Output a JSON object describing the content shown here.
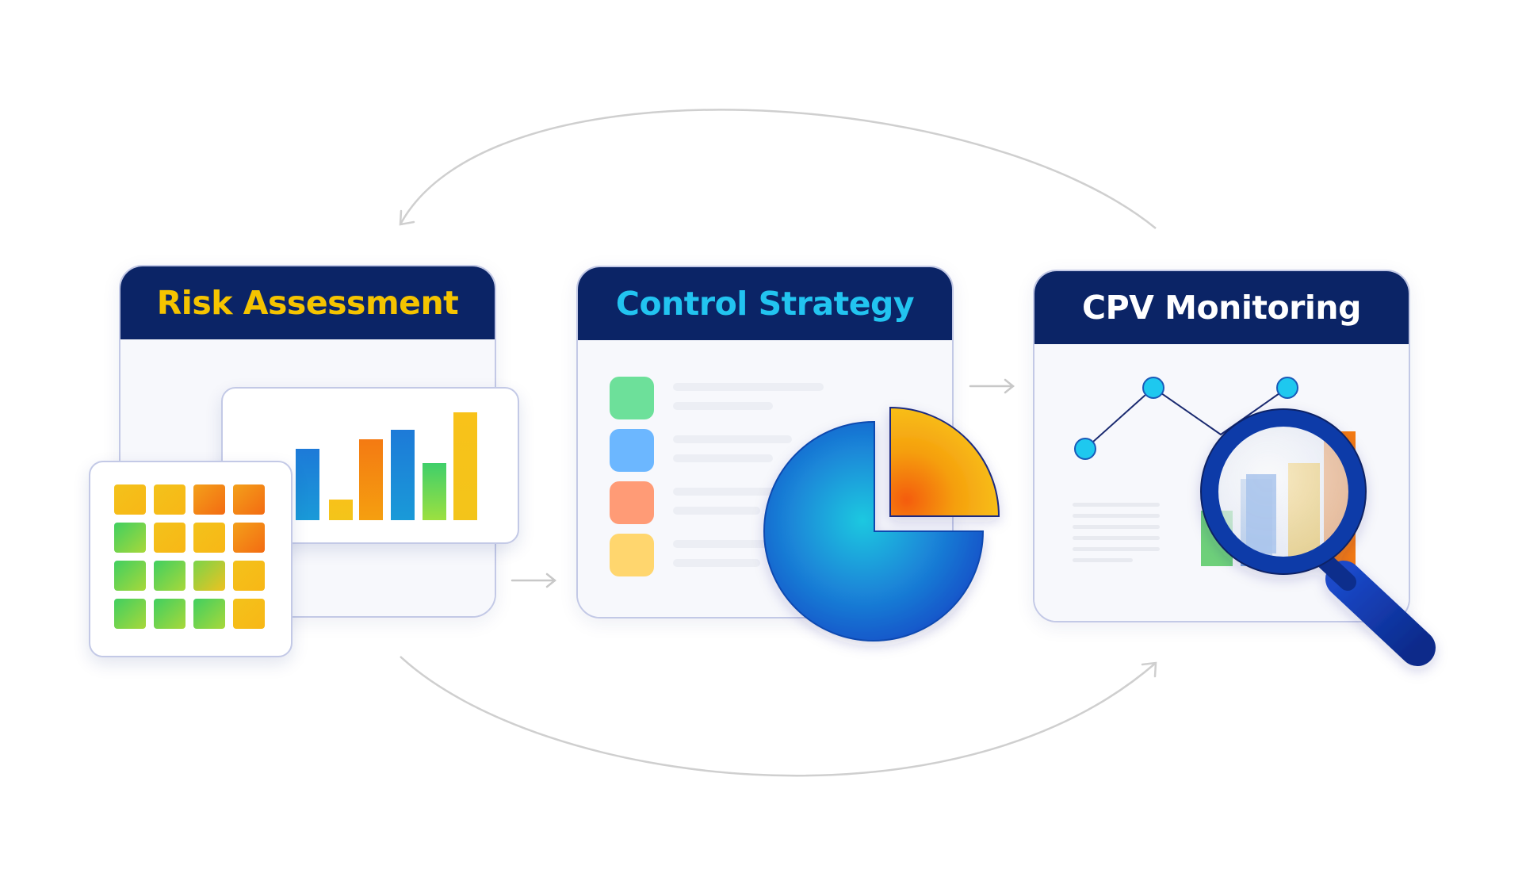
{
  "stages": [
    {
      "title": "Risk Assessment",
      "title_color": "#f5c400"
    },
    {
      "title": "Control Strategy",
      "title_color": "#22c4f0"
    },
    {
      "title": "CPV Monitoring",
      "title_color": "#ffffff"
    }
  ],
  "colors": {
    "header": "#0b2466",
    "border": "#c3c9e6",
    "connector": "#c8c8c8"
  },
  "icons": [
    "heatmap-grid-icon",
    "bar-chart-icon",
    "pie-chart-icon",
    "line-chart-icon",
    "magnifying-glass-icon",
    "arrow-right-icon"
  ]
}
